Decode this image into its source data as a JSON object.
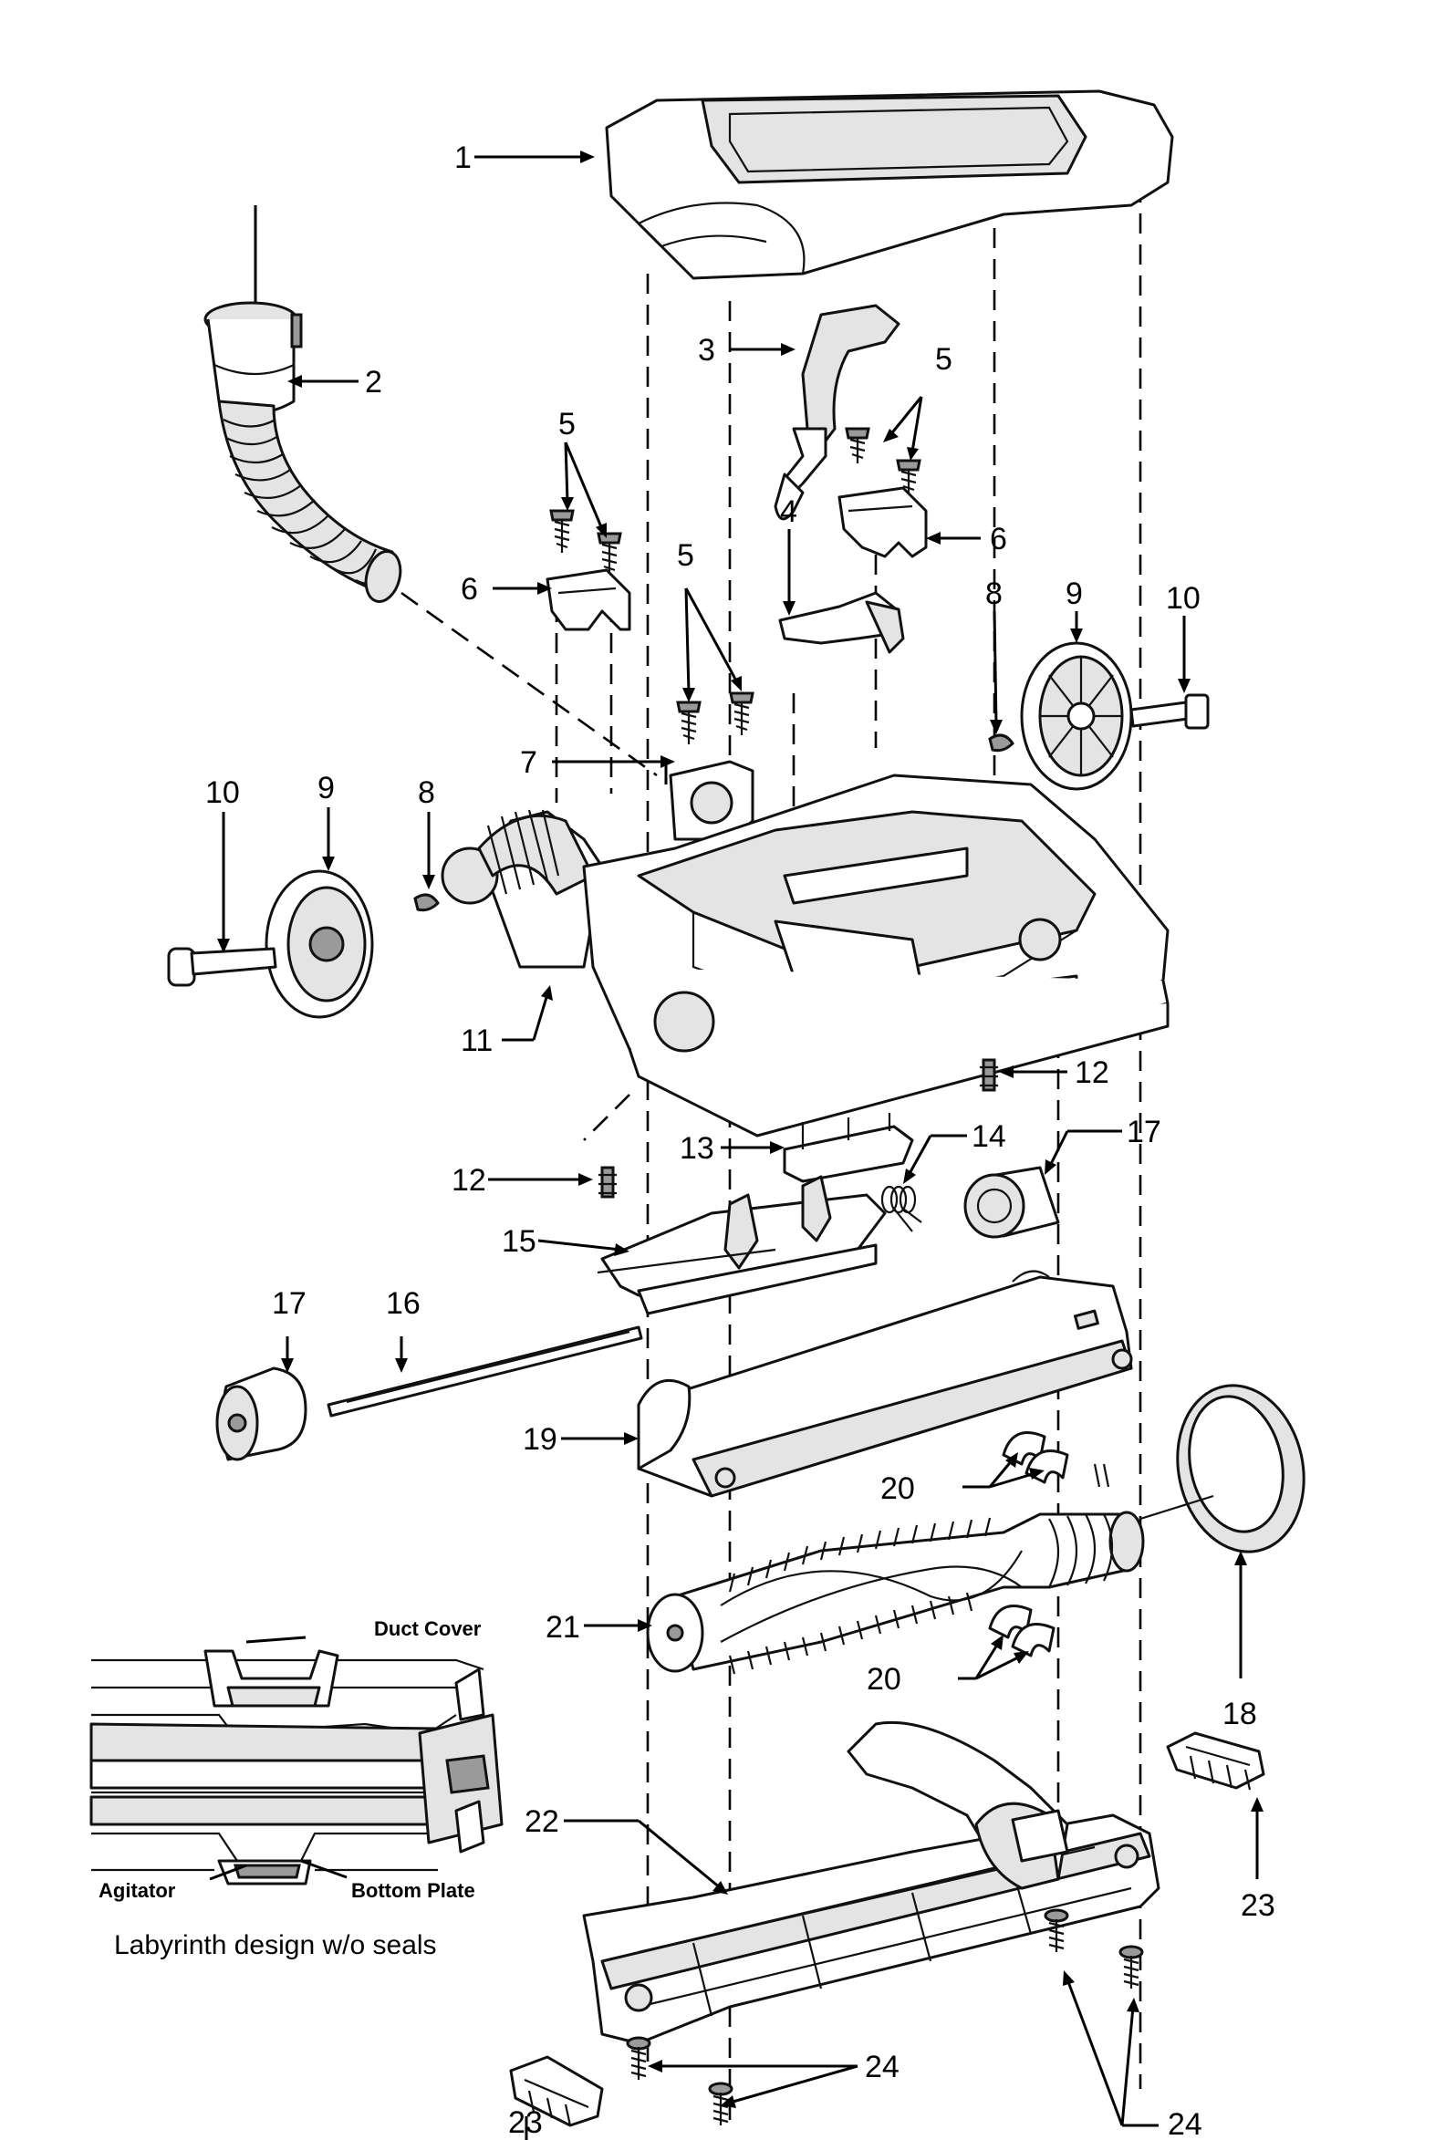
{
  "callouts": {
    "c1": "1",
    "c2": "2",
    "c3": "3",
    "c4": "4",
    "c5a": "5",
    "c5b": "5",
    "c5c": "5",
    "c6a": "6",
    "c6b": "6",
    "c7": "7",
    "c8a": "8",
    "c8b": "8",
    "c9a": "9",
    "c9b": "9",
    "c10a": "10",
    "c10b": "10",
    "c11": "11",
    "c12a": "12",
    "c12b": "12",
    "c13": "13",
    "c14": "14",
    "c15": "15",
    "c16": "16",
    "c17a": "17",
    "c17b": "17",
    "c18": "18",
    "c19": "19",
    "c20a": "20",
    "c20b": "20",
    "c21": "21",
    "c22": "22",
    "c23a": "23",
    "c23b": "23",
    "c24a": "24",
    "c24b": "24"
  },
  "inset": {
    "duct_cover": "Duct Cover",
    "agitator": "Agitator",
    "bottom_plate": "Bottom Plate",
    "caption": "Labyrinth design w/o seals"
  }
}
